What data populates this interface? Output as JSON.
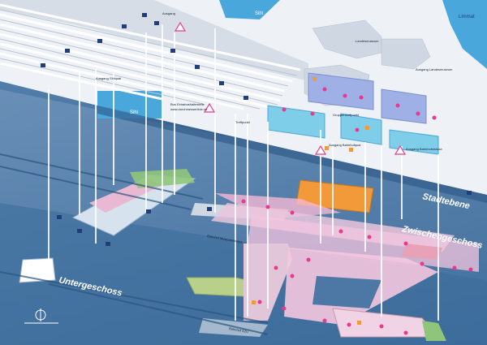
{
  "levels": {
    "surface": "Stadtebene",
    "mezzanine": "Zwischengeschoss",
    "basement": "Untergeschoss"
  },
  "water": [
    "Sihl",
    "Sihl",
    "Limmat"
  ],
  "streets": {
    "museum": "Landesmuseum",
    "station_lower_1": "Bahnhof Museumstrasse",
    "station_lower_2": "Bahnhof SZU"
  },
  "labels": {
    "ausgang_sihlquai": "Ausgang Sihlquai",
    "ausgang_museum": "Ausgang Landesmuseum",
    "ausgang_bahnhofquai": "Ausgang Bahnhofquai",
    "ausgang_bahnhofstrasse": "Ausgang Bahnhofstrasse",
    "ausgang_generic": "Ausgang",
    "bus_note": "Bus Extrabushaltestelle",
    "url": "www.durchmesserlinie.ch",
    "meeting": "Treffpunkt",
    "gruppen": "Gruppentreffpunkt"
  },
  "colors": {
    "sea": "#3d6f9e",
    "surface": "#e8eef4",
    "river": "#4aa7dc",
    "pink": "#e73a8f",
    "orange": "#f29a3a",
    "green": "#8fc57a",
    "navy": "#1f3e7a"
  }
}
